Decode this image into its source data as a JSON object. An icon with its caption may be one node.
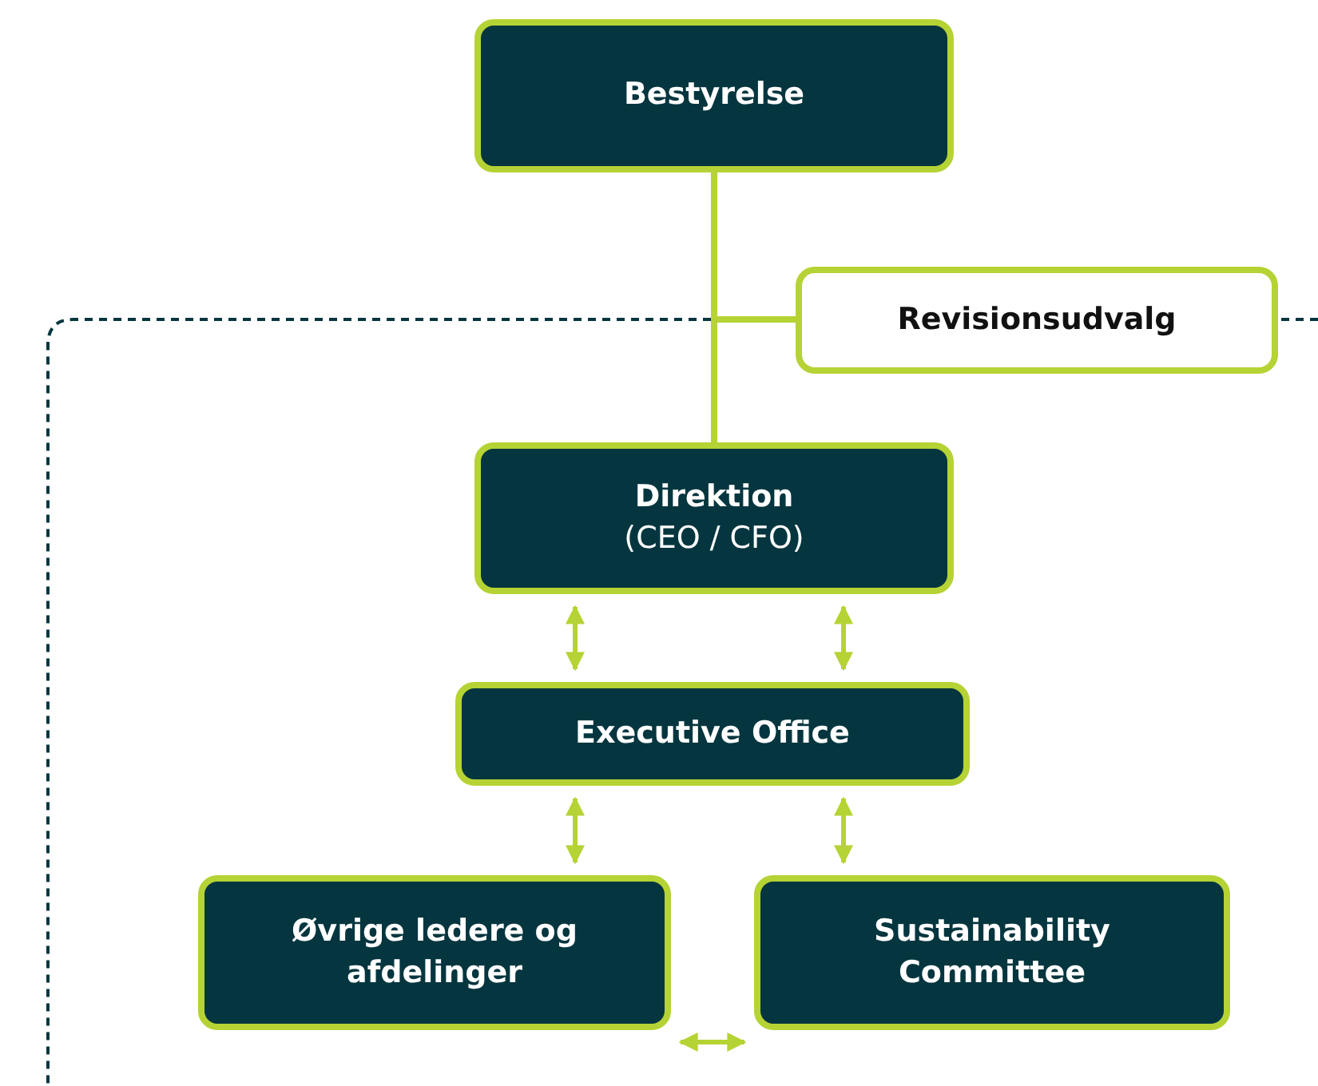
{
  "diagram": {
    "nodes": [
      {
        "text": [
          "Bestyrelse"
        ]
      },
      {
        "text": [
          "Revisionsudvalg"
        ]
      },
      {
        "text": [
          "Direktion",
          "(CEO / CFO)"
        ]
      },
      {
        "text": [
          "Executive Office"
        ]
      },
      {
        "text": [
          "Øvrige ledere og afdelinger"
        ]
      },
      {
        "text": [
          "Sustainability Committee"
        ]
      }
    ],
    "edges": [
      {
        "from": 0,
        "to": 2,
        "arrow": "none"
      },
      {
        "from": 0,
        "to": 1,
        "arrow": "none"
      },
      {
        "from": 2,
        "to": 3,
        "arrow": "both"
      },
      {
        "from": 2,
        "to": 3,
        "arrow": "both"
      },
      {
        "from": 3,
        "to": 4,
        "arrow": "both"
      },
      {
        "from": 3,
        "to": 5,
        "arrow": "both"
      },
      {
        "from": 4,
        "to": 5,
        "arrow": "both"
      }
    ]
  }
}
